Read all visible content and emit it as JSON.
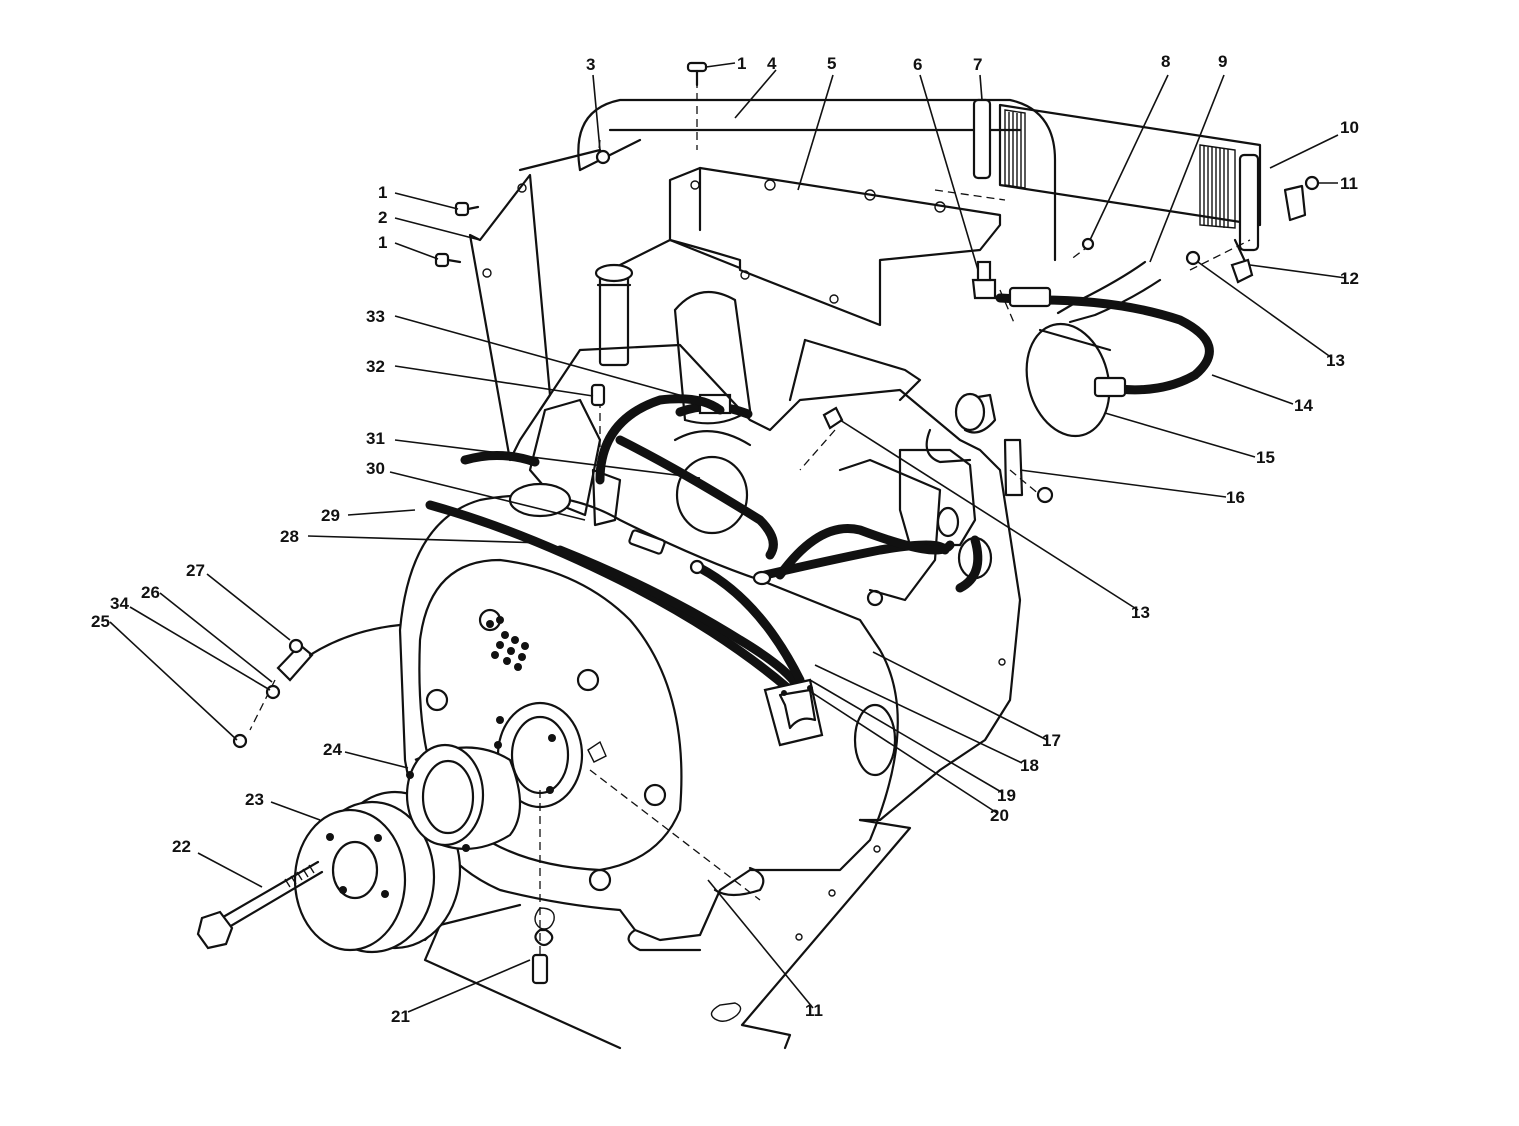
{
  "labels": [
    {
      "id": "1",
      "text": "1"
    },
    {
      "id": "1b",
      "text": "1"
    },
    {
      "id": "1c",
      "text": "1"
    },
    {
      "id": "2",
      "text": "2"
    },
    {
      "id": "3",
      "text": "3"
    },
    {
      "id": "4",
      "text": "4"
    },
    {
      "id": "5",
      "text": "5"
    },
    {
      "id": "6",
      "text": "6"
    },
    {
      "id": "7",
      "text": "7"
    },
    {
      "id": "8",
      "text": "8"
    },
    {
      "id": "9",
      "text": "9"
    },
    {
      "id": "10",
      "text": "10"
    },
    {
      "id": "11",
      "text": "11"
    },
    {
      "id": "11b",
      "text": "11"
    },
    {
      "id": "12",
      "text": "12"
    },
    {
      "id": "13",
      "text": "13"
    },
    {
      "id": "13b",
      "text": "13"
    },
    {
      "id": "14",
      "text": "14"
    },
    {
      "id": "15",
      "text": "15"
    },
    {
      "id": "16",
      "text": "16"
    },
    {
      "id": "17",
      "text": "17"
    },
    {
      "id": "18",
      "text": "18"
    },
    {
      "id": "19",
      "text": "19"
    },
    {
      "id": "20",
      "text": "20"
    },
    {
      "id": "21",
      "text": "21"
    },
    {
      "id": "22",
      "text": "22"
    },
    {
      "id": "23",
      "text": "23"
    },
    {
      "id": "24",
      "text": "24"
    },
    {
      "id": "25",
      "text": "25"
    },
    {
      "id": "26",
      "text": "26"
    },
    {
      "id": "27",
      "text": "27"
    },
    {
      "id": "28",
      "text": "28"
    },
    {
      "id": "29",
      "text": "29"
    },
    {
      "id": "30",
      "text": "30"
    },
    {
      "id": "31",
      "text": "31"
    },
    {
      "id": "32",
      "text": "32"
    },
    {
      "id": "33",
      "text": "33"
    },
    {
      "id": "34",
      "text": "34"
    }
  ]
}
